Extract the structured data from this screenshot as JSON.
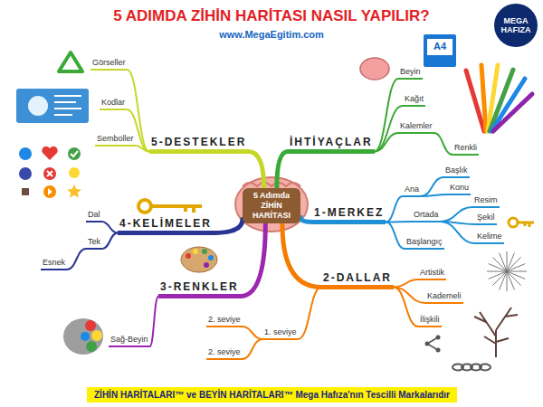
{
  "diagram": {
    "title": "5 ADIMDA ZİHİN HARİTASI NASIL YAPILIR?",
    "caption": "ZİHİN HARİTALARI™ ve BEYİN HARİTALARI™ Mega Hafıza'nın Tescilli Markalarıdır",
    "nodes": [
      {
        "text": [
          "5 Adımda ZİHİN HARİTASI"
        ]
      },
      {
        "text": [
          "İHTİYAÇLAR"
        ]
      },
      {
        "text": [
          "Beyin"
        ]
      },
      {
        "text": [
          "Kağıt"
        ]
      },
      {
        "text": [
          "Kalemler"
        ]
      },
      {
        "text": [
          "Renkli"
        ]
      },
      {
        "text": [
          "1-MERKEZ"
        ]
      },
      {
        "text": [
          "Ana"
        ]
      },
      {
        "text": [
          "Başlık"
        ]
      },
      {
        "text": [
          "Konu"
        ]
      },
      {
        "text": [
          "Ortada"
        ]
      },
      {
        "text": [
          "Resim"
        ]
      },
      {
        "text": [
          "Şekil"
        ]
      },
      {
        "text": [
          "Kelime"
        ]
      },
      {
        "text": [
          "Başlangıç"
        ]
      },
      {
        "text": [
          "2-DALLAR"
        ]
      },
      {
        "text": [
          "Artistik"
        ]
      },
      {
        "text": [
          "Kademeli"
        ]
      },
      {
        "text": [
          "İlişkili"
        ]
      },
      {
        "text": [
          "1. seviye"
        ]
      },
      {
        "text": [
          "2. seviye"
        ]
      },
      {
        "text": [
          "2. seviye"
        ]
      },
      {
        "text": [
          "3-RENKLER"
        ]
      },
      {
        "text": [
          "Sağ-Beyin"
        ]
      },
      {
        "text": [
          "4-KELİMELER"
        ]
      },
      {
        "text": [
          "Dal"
        ]
      },
      {
        "text": [
          "Tek"
        ]
      },
      {
        "text": [
          "Esnek"
        ]
      },
      {
        "text": [
          "5-DESTEKLER"
        ]
      },
      {
        "text": [
          "Görseller"
        ]
      },
      {
        "text": [
          "Kodlar"
        ]
      },
      {
        "text": [
          "Semboller"
        ]
      }
    ],
    "edges": [
      {
        "from": 0,
        "to": 1,
        "arrow": "none"
      },
      {
        "from": 1,
        "to": 2,
        "arrow": "none"
      },
      {
        "from": 1,
        "to": 3,
        "arrow": "none"
      },
      {
        "from": 1,
        "to": 4,
        "arrow": "none"
      },
      {
        "from": 4,
        "to": 5,
        "arrow": "none"
      },
      {
        "from": 0,
        "to": 6,
        "arrow": "none"
      },
      {
        "from": 6,
        "to": 7,
        "arrow": "none"
      },
      {
        "from": 7,
        "to": 8,
        "arrow": "none"
      },
      {
        "from": 7,
        "to": 9,
        "arrow": "none"
      },
      {
        "from": 6,
        "to": 10,
        "arrow": "none"
      },
      {
        "from": 10,
        "to": 11,
        "arrow": "none"
      },
      {
        "from": 10,
        "to": 12,
        "arrow": "none"
      },
      {
        "from": 10,
        "to": 13,
        "arrow": "none"
      },
      {
        "from": 6,
        "to": 14,
        "arrow": "none"
      },
      {
        "from": 0,
        "to": 15,
        "arrow": "none"
      },
      {
        "from": 15,
        "to": 16,
        "arrow": "none"
      },
      {
        "from": 15,
        "to": 17,
        "arrow": "none"
      },
      {
        "from": 15,
        "to": 18,
        "arrow": "none"
      },
      {
        "from": 15,
        "to": 19,
        "arrow": "none"
      },
      {
        "from": 19,
        "to": 20,
        "arrow": "none"
      },
      {
        "from": 19,
        "to": 21,
        "arrow": "none"
      },
      {
        "from": 0,
        "to": 22,
        "arrow": "none"
      },
      {
        "from": 22,
        "to": 23,
        "arrow": "none"
      },
      {
        "from": 0,
        "to": 24,
        "arrow": "none"
      },
      {
        "from": 24,
        "to": 25,
        "arrow": "none"
      },
      {
        "from": 24,
        "to": 26,
        "arrow": "none"
      },
      {
        "from": 26,
        "to": 27,
        "arrow": "none"
      },
      {
        "from": 0,
        "to": 28,
        "arrow": "none"
      },
      {
        "from": 28,
        "to": 29,
        "arrow": "none"
      },
      {
        "from": 28,
        "to": 30,
        "arrow": "none"
      },
      {
        "from": 28,
        "to": 31,
        "arrow": "none"
      }
    ],
    "labels": [
      "www.MegaEgitim.com",
      "MEGA HAFIZA",
      "A4"
    ]
  }
}
